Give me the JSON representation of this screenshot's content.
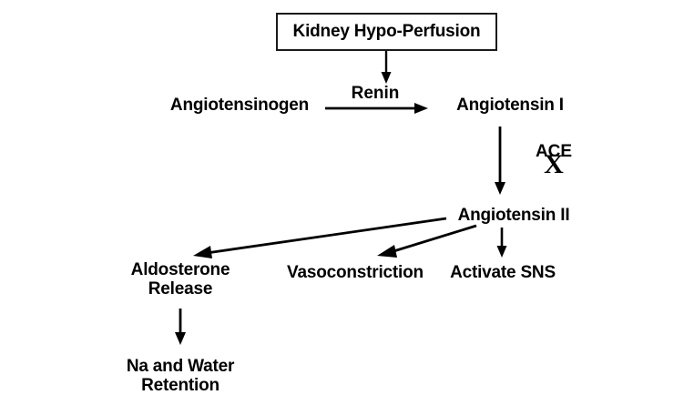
{
  "diagram": {
    "title": "Renin-Angiotensin-Aldosterone System (RAAS) Flow Diagram",
    "background_color": "#ffffff",
    "line_color": "#000000",
    "text_color": "#000000",
    "nodes": [
      {
        "id": "kidney",
        "label": "Kidney Hypo-Perfusion",
        "boxed": true
      },
      {
        "id": "angiotensinogen",
        "label": "Angiotensinogen",
        "boxed": false
      },
      {
        "id": "angiotensin1",
        "label": "Angiotensin I",
        "boxed": false
      },
      {
        "id": "angiotensin2",
        "label": "Angiotensin II",
        "boxed": false
      },
      {
        "id": "aldosterone",
        "label": "Aldosterone\nRelease",
        "boxed": false
      },
      {
        "id": "vasoconstriction",
        "label": "Vasoconstriction",
        "boxed": false
      },
      {
        "id": "sns",
        "label": "Activate SNS",
        "boxed": false
      },
      {
        "id": "retention",
        "label": "Na and Water\nRetention",
        "boxed": false
      }
    ],
    "edge_labels": [
      {
        "id": "renin",
        "label": "Renin"
      },
      {
        "id": "ace",
        "label": "ACE",
        "overstrike": "X",
        "note": "ACE crossed out with an X"
      }
    ],
    "edges": [
      {
        "from": "kidney",
        "to": "renin-step",
        "kind": "vertical"
      },
      {
        "from": "angiotensinogen",
        "to": "angiotensin1",
        "kind": "horizontal",
        "label": "Renin"
      },
      {
        "from": "angiotensin1",
        "to": "angiotensin2",
        "kind": "vertical",
        "label": "ACE"
      },
      {
        "from": "angiotensin2",
        "to": "aldosterone",
        "kind": "diagonal"
      },
      {
        "from": "angiotensin2",
        "to": "vasoconstriction",
        "kind": "diagonal"
      },
      {
        "from": "angiotensin2",
        "to": "sns",
        "kind": "vertical"
      },
      {
        "from": "aldosterone",
        "to": "retention",
        "kind": "vertical"
      }
    ]
  }
}
